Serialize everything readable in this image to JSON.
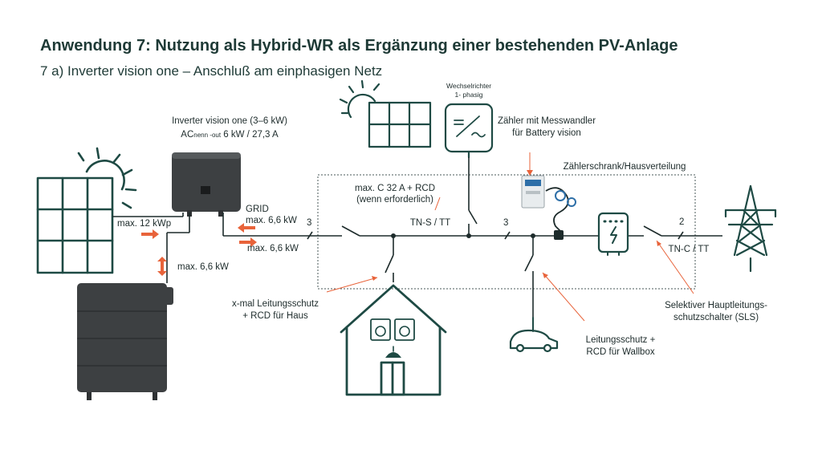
{
  "header": {
    "title": "Anwendung 7: Nutzung als Hybrid-WR als Ergänzung einer bestehenden PV-Anlage",
    "subtitle": "7 a) Inverter vision one – Anschluß am einphasigen Netz"
  },
  "labels": {
    "inverter_name": "Inverter vision one (3–6 kW)",
    "inverter_ac_prefix": "AC",
    "inverter_ac_sub": "nenn -out",
    "inverter_ac_value": " 6 kW / 27,3 A",
    "pv_max": "max. 12 kWp",
    "battery_max": "max. 6,6 kW",
    "grid": "GRID",
    "grid_max_out": "max. 6,6 kW",
    "grid_max_in": "max. 6,6 kW",
    "phase_count_a": "3",
    "phase_count_b": "3",
    "phase_count_c": "2",
    "breaker_spec_line1": "max. C 32 A + RCD",
    "breaker_spec_line2": "(wenn erforderlich)",
    "net_type_a": "TN-S / TT",
    "net_type_b": "TN-C / TT",
    "existing_inverter_line1": "Wechselrichter",
    "existing_inverter_line2": "1- phasig",
    "meter_line1": "Zähler mit Messwandler",
    "meter_line2": "für Battery vision",
    "cabinet": "Zählerschrank/Hausverteilung",
    "house_protection_line1": "x-mal Leitungsschutz",
    "house_protection_line2": "+ RCD für Haus",
    "wallbox_protection_line1": "Leitungsschutz +",
    "wallbox_protection_line2": "RCD für Wallbox",
    "main_switch_line1": "Selektiver Hauptleitungs-",
    "main_switch_line2": "schutzschalter (SLS)"
  },
  "colors": {
    "accent": "#e8633a",
    "icon": "#1e4a44",
    "device": "#3d4042",
    "line": "#1d2b2b"
  },
  "icons": [
    "solar-panel-icon",
    "inverter-icon",
    "battery-icon",
    "house-icon",
    "wallbox-car-icon",
    "meter-icon",
    "grid-tower-icon"
  ]
}
